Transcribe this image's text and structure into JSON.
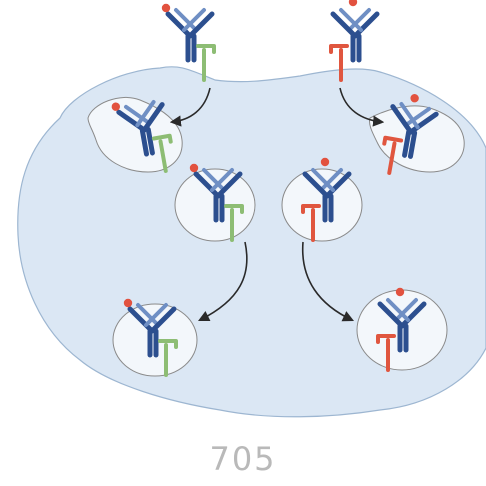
{
  "page": {
    "number": "705"
  },
  "colors": {
    "cell": "#dbe7f4",
    "cell_edge": "#7f9fbf",
    "vesicle": "#f3f7fb",
    "vesicle_edge": "#8a8a8a",
    "antibody_blue": "#2c4f8f",
    "antibody_blue_light": "#6f8fc4",
    "receptor_green": "#8dbd74",
    "receptor_green_dark": "#5a8f45",
    "receptor_red": "#e0563f",
    "receptor_red_dark": "#b23a2a",
    "ligand": "#e2523f",
    "arrow": "#2a2a2a"
  },
  "pathways": [
    {
      "name": "left-pathway",
      "receptor": "green"
    },
    {
      "name": "right-pathway",
      "receptor": "red"
    }
  ]
}
